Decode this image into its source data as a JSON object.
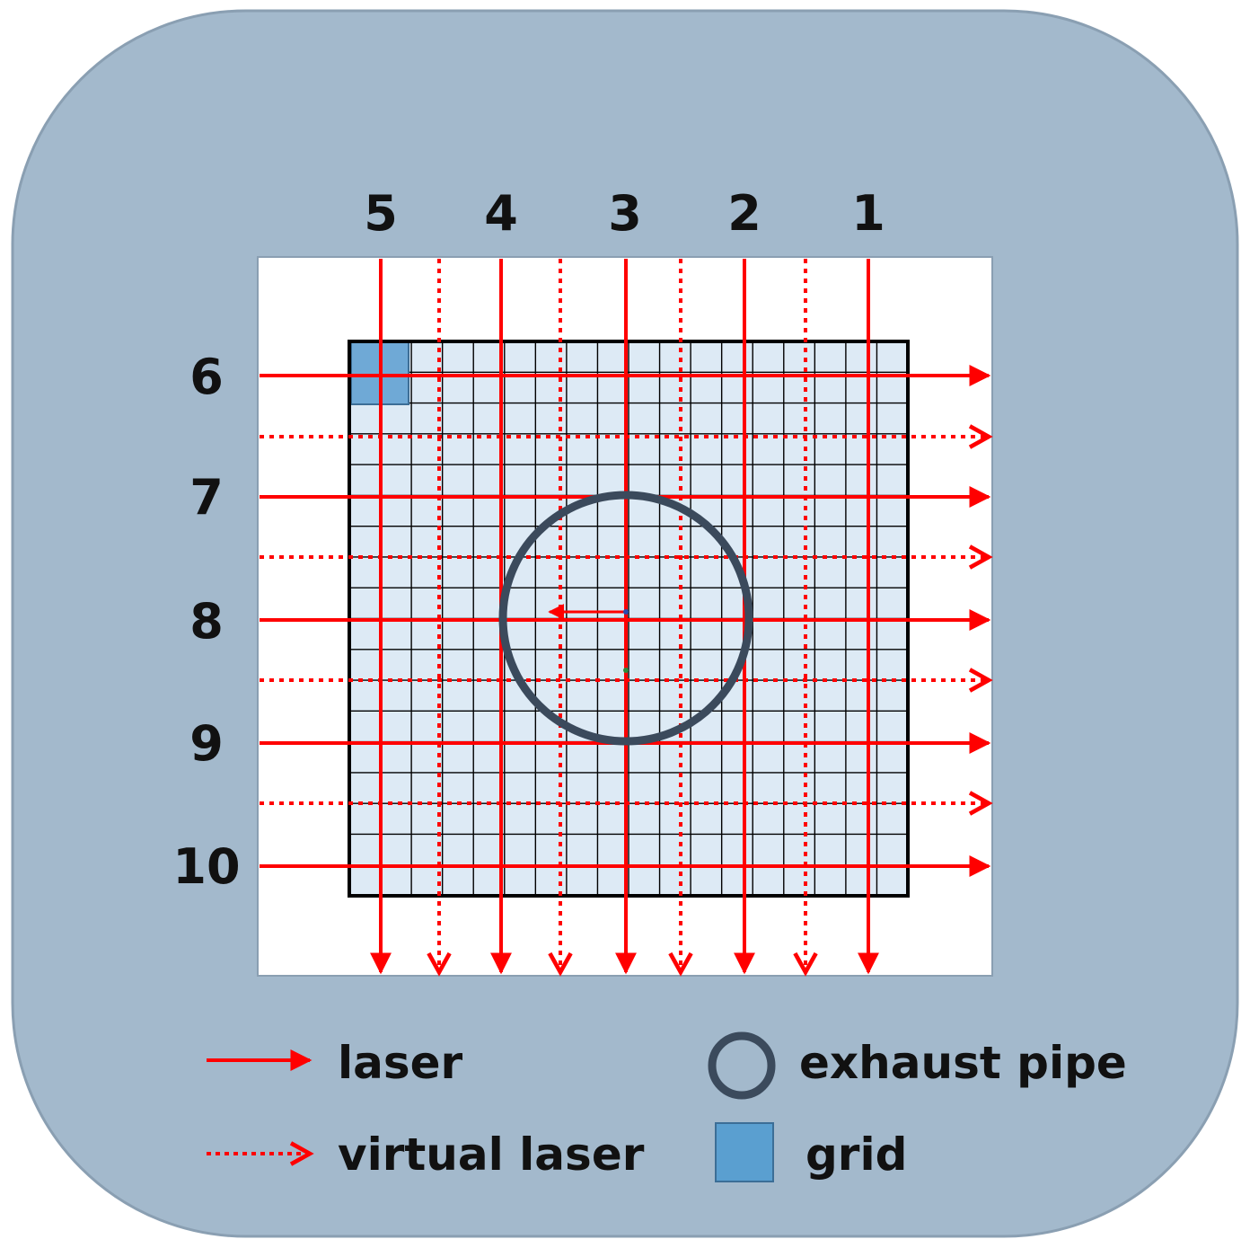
{
  "colors": {
    "background_panel": "#A3B9CC",
    "panel_border": "#8A9FB2",
    "plot_area": "#FFFFFF",
    "grid_fill": "#DDEAF5",
    "grid_lines": "#000000",
    "laser": "#FF0000",
    "pipe": "#3B4A5C",
    "highlight_cell": "#6FA9D6"
  },
  "column_lasers": [
    "5",
    "4",
    "3",
    "2",
    "1"
  ],
  "row_lasers": [
    "6",
    "7",
    "8",
    "9",
    "10"
  ],
  "grid": {
    "rows": 18,
    "cols": 18
  },
  "legend": {
    "laser": "laser",
    "virtual_laser": "virtual laser",
    "exhaust_pipe": "exhaust pipe",
    "grid": "grid"
  },
  "icons": {
    "laser": "solid-arrow-icon",
    "virtual_laser": "dotted-arrow-icon",
    "exhaust_pipe": "circle-icon",
    "grid": "square-icon"
  }
}
